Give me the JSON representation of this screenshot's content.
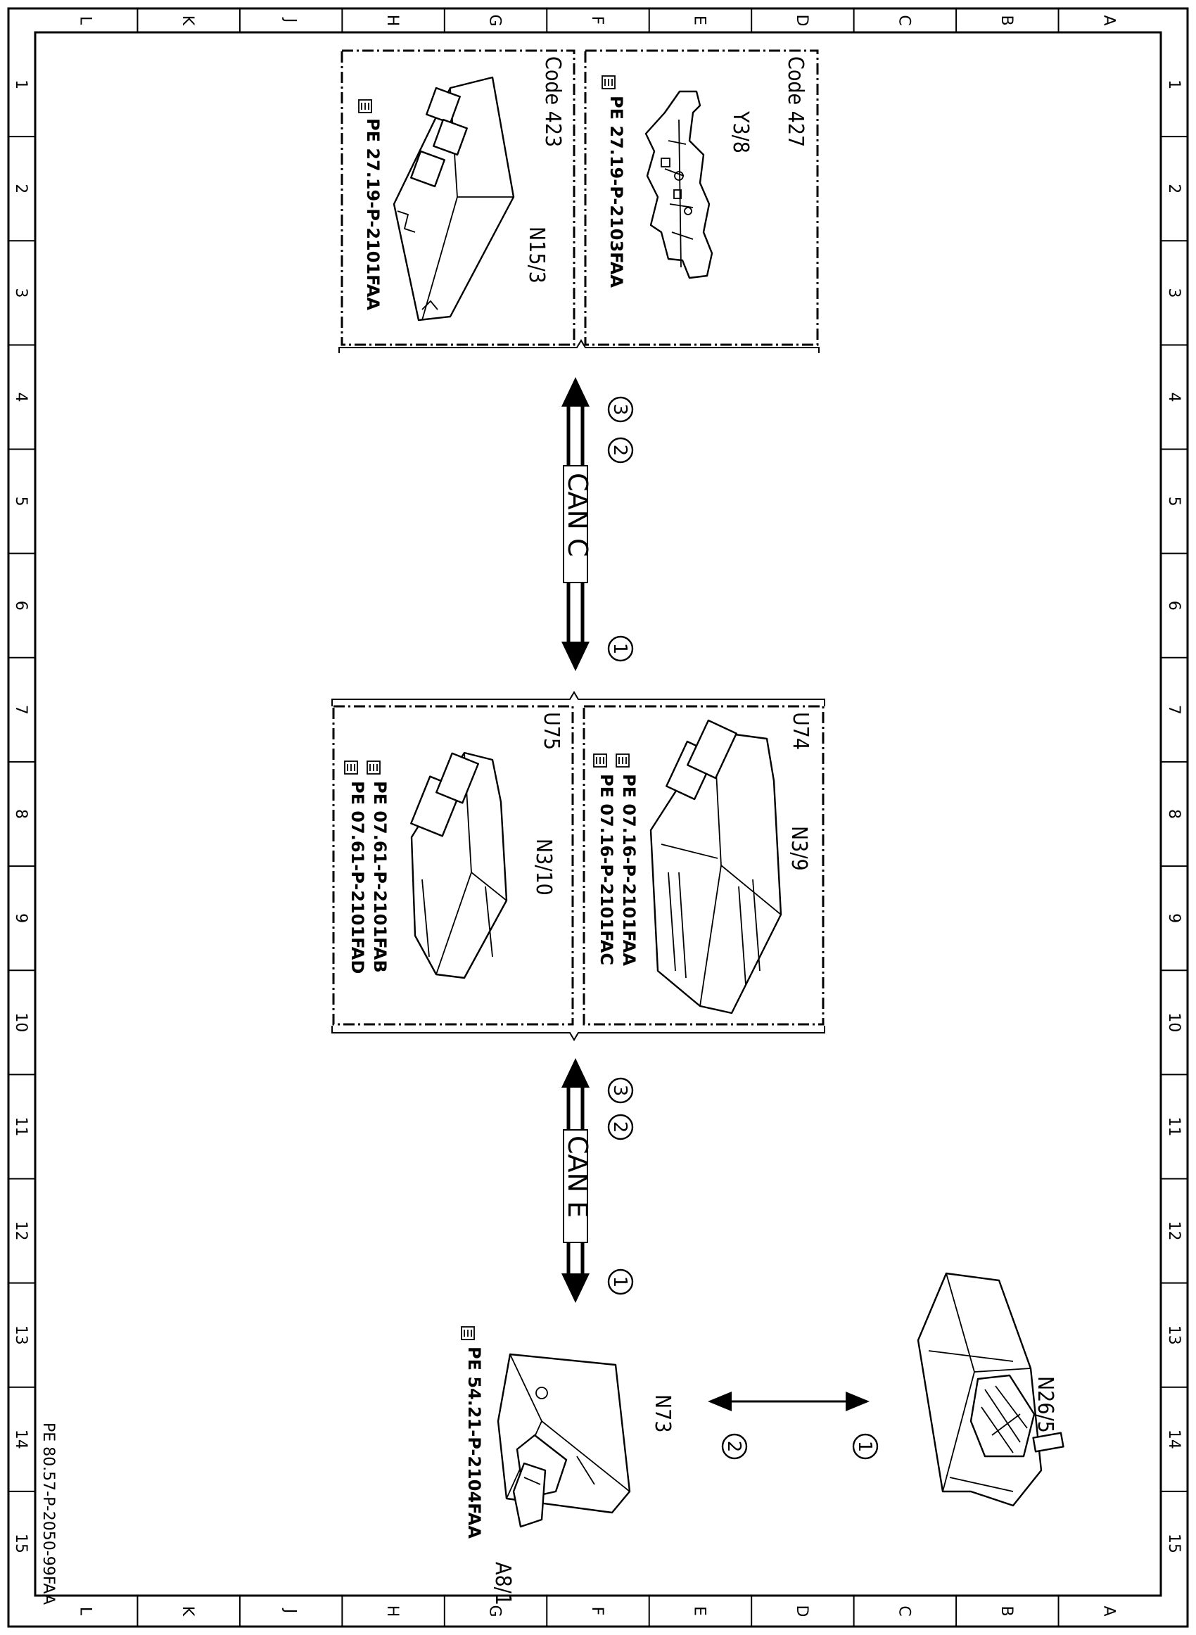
{
  "grid": {
    "columns": [
      "L",
      "K",
      "J",
      "H",
      "G",
      "F",
      "E",
      "D",
      "C",
      "B",
      "A"
    ],
    "rows": [
      "1",
      "2",
      "3",
      "4",
      "5",
      "6",
      "7",
      "8",
      "9",
      "10",
      "11",
      "12",
      "13",
      "14",
      "15"
    ]
  },
  "document_id": "PE 80.57-P-2050-99FAA",
  "groups": [
    {
      "id": "top",
      "boxes": [
        {
          "code": "Code 427",
          "component": "Y3/8",
          "refs": [
            "PE 27.19-P-2103FAA"
          ]
        },
        {
          "code": "Code 423",
          "component": "N15/3",
          "refs": [
            "PE 27.19-P-2101FAA"
          ]
        }
      ]
    },
    {
      "id": "middle",
      "boxes": [
        {
          "code": "U74",
          "component": "N3/9",
          "refs": [
            "PE 07.16-P-2101FAA",
            "PE 07.16-P-2101FAC"
          ]
        },
        {
          "code": "U75",
          "component": "N3/10",
          "refs": [
            "PE 07.61-P-2101FAB",
            "PE 07.61-P-2101FAD"
          ]
        }
      ]
    }
  ],
  "buses": [
    {
      "label": "CAN C",
      "markers": [
        "3",
        "2",
        "1"
      ]
    },
    {
      "label": "CAN E",
      "markers": [
        "3",
        "2",
        "1"
      ]
    }
  ],
  "bottom": {
    "n73": {
      "component": "N73",
      "sub": "A8/1",
      "ref": "PE 54.21-P-2104FAA"
    },
    "n26": {
      "component": "N26/5"
    },
    "link_markers": [
      "2",
      "1"
    ]
  }
}
